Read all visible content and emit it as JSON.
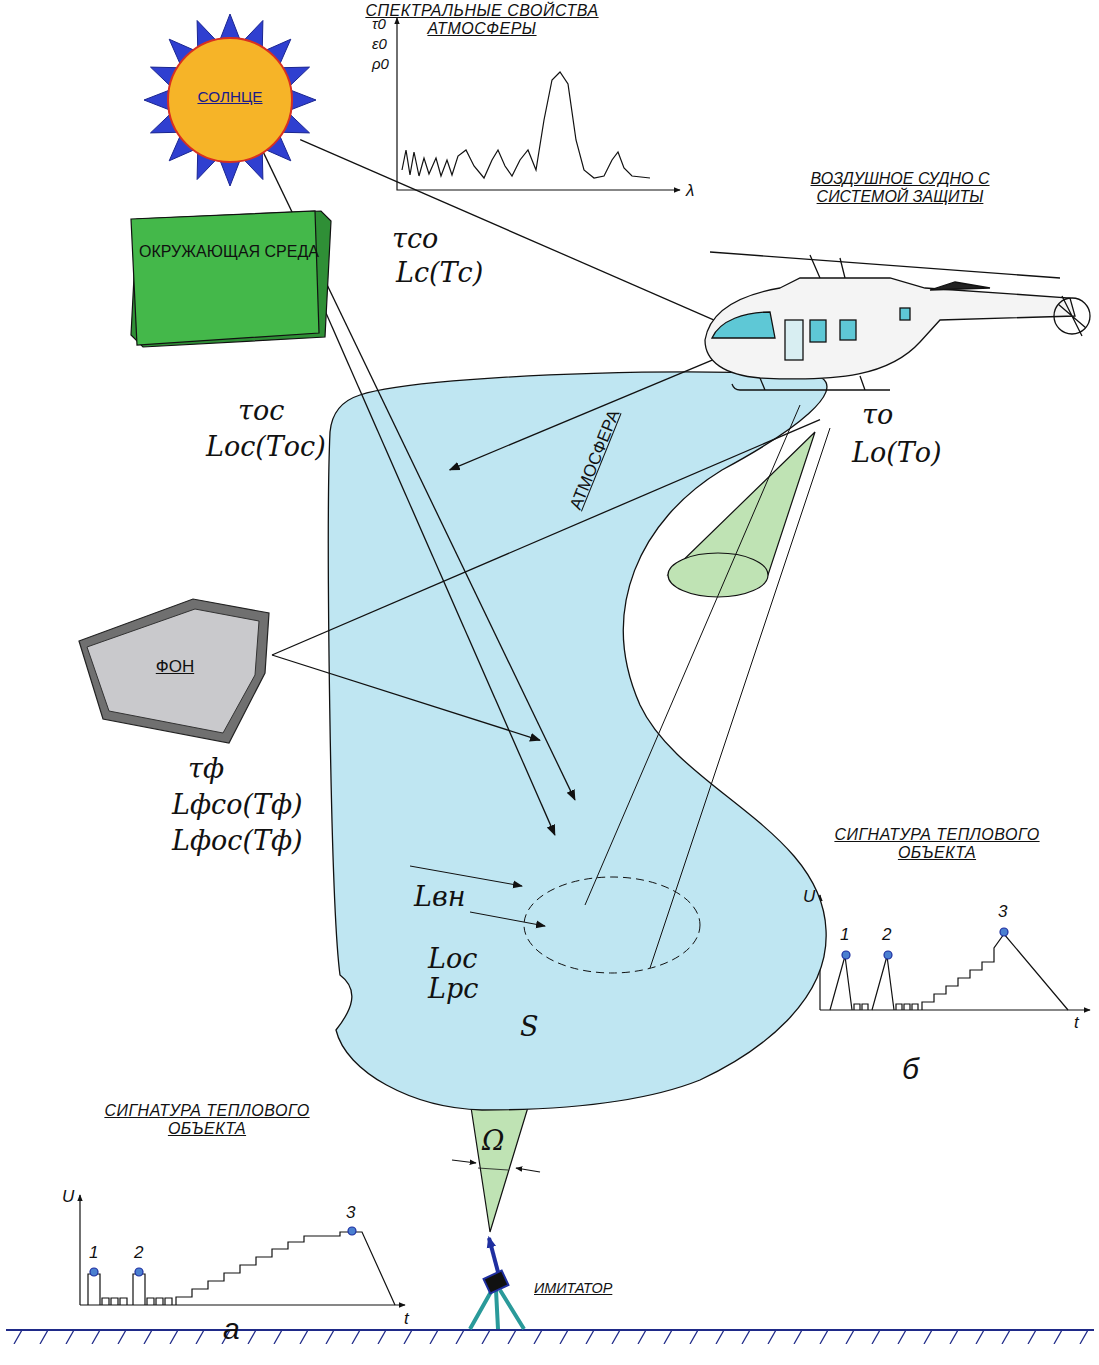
{
  "diagram": {
    "nodes": [
      {
        "text": [
          "СОЛНЦЕ"
        ]
      },
      {
        "text": [
          "ВОЗДУШНОЕ СУДНО С СИСТЕМОЙ ЗАЩИТЫ"
        ]
      },
      {
        "text": [
          "ОКРУЖАЮЩАЯ СРЕДА"
        ]
      },
      {
        "text": [
          "АТМОСФЕРА"
        ]
      },
      {
        "text": [
          "ФОН"
        ]
      },
      {
        "text": [
          "ИМИТАТОР"
        ]
      }
    ],
    "edges": [
      {
        "from": 0,
        "to": 1,
        "arrow": "to"
      },
      {
        "from": 0,
        "to": 3,
        "arrow": "to"
      },
      {
        "from": 2,
        "to": 3,
        "arrow": "to"
      },
      {
        "from": 4,
        "to": 3,
        "arrow": "to"
      },
      {
        "from": 1,
        "to": 3,
        "arrow": "to"
      },
      {
        "from": 4,
        "to": 1,
        "arrow": "none"
      }
    ],
    "labels": [
      "СПЕКТРАЛЬНЫЕ СВОЙСТВА АТМОСФЕРЫ",
      "τ0",
      "ε0",
      "ρ0",
      "λ",
      "τсо",
      "Lс(Tс)",
      "τос",
      "Lос(Tос)",
      "τо",
      "Lо(Tо)",
      "τф",
      "Lфсо(Tф)",
      "Lфос(Tф)",
      "Lвн",
      "Lос",
      "Lрс",
      "S",
      "Ω",
      "СИГНАТУРА ТЕПЛОВОГО ОБЪЕКТА",
      "U",
      "1",
      "2",
      "3",
      "t",
      "а",
      "СИГНАТУРА ТЕПЛОВОГО ОБЪЕКТА",
      "U",
      "1",
      "2",
      "3",
      "t",
      "б"
    ]
  }
}
